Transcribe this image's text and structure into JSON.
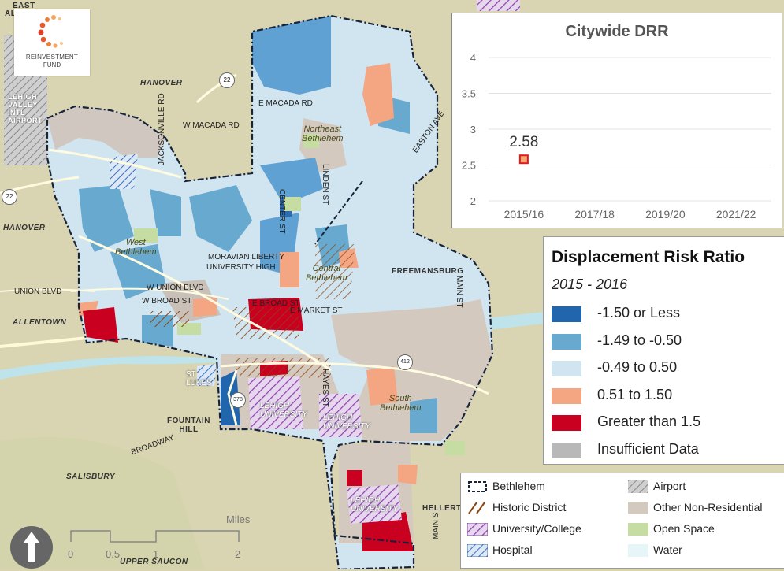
{
  "logo": {
    "line1": "REINVESTMENT",
    "line2": "FUND"
  },
  "map_labels": {
    "east": "EAST",
    "east2": "AL",
    "hanover_top": "HANOVER",
    "hanover_left": "HANOVER",
    "lehigh_valley_airport": "LEHIGH\nVALLEY\nINTL\nAIRPORT",
    "jacksonville_rd": "JACKSONVILLE RD",
    "w_macada_rd": "W MACADA RD",
    "e_macada_rd": "E MACADA RD",
    "northeast_bethlehem": "Northeast\nBethlehem",
    "linden_st": "LINDEN ST",
    "eastonave": "EASTON AVE",
    "center_st": "CENTER ST",
    "west_bethlehem": "West\nBethlehem",
    "moravian": "MORAVIAN LIBERTY",
    "university_high": "UNIVERSITY HIGH",
    "central_bethlehem": "Central\nBethlehem",
    "freemansburg": "FREEMANSBURG",
    "main_st_top": "MAIN ST",
    "union_blvd": "UNION BLVD",
    "w_union_blvd": "W UNION BLVD",
    "w_broad_st": "W BROAD ST",
    "e_broad_st": "E BROAD ST",
    "e_market_st": "E MARKET ST",
    "allentown": "ALLENTOWN",
    "st_lukes": "ST\nLUKES",
    "hayes_st": "HAYES ST",
    "south_bethlehem": "South\nBethlehem",
    "lehigh_university1": "LEHIGH\nUNIVERSITY",
    "lehigh_university2": "LEHIGH\nUNIVERSITY",
    "lehigh_university3": "LEHIGH\nUNIVERSITY",
    "fountain_hill": "FOUNTAIN\nHILL",
    "broadway": "BROADWAY",
    "salisbury": "SALISBURY",
    "upper_saucon": "UPPER SAUCON",
    "main_st_bottom": "MAIN ST",
    "hellertown": "HELLERTO",
    "shield_22a": "22",
    "shield_22b": "22",
    "shield_412": "412",
    "shield_378": "378"
  },
  "chart_data": {
    "type": "scatter",
    "title": "Citywide DRR",
    "categories": [
      "2015/16",
      "2017/18",
      "2019/20",
      "2021/22"
    ],
    "series": [
      {
        "values": [
          2.58,
          null,
          null,
          null
        ]
      }
    ],
    "data_labels": [
      "2.58"
    ],
    "ylim": [
      2,
      4
    ],
    "yticks": [
      2,
      2.5,
      3,
      3.5,
      4
    ],
    "grid": true,
    "marker_color": "#f7a66f",
    "marker_edge": "#e31a1c"
  },
  "legend": {
    "title": "Displacement Risk Ratio",
    "subtitle": "2015 - 2016",
    "items": [
      {
        "label": "-1.50 or Less",
        "color": "#2166ac"
      },
      {
        "label": "-1.49 to -0.50",
        "color": "#67a9cf"
      },
      {
        "label": "-0.49 to 0.50",
        "color": "#d1e5f0"
      },
      {
        "label": "0.51 to 1.50",
        "color": "#f4a582"
      },
      {
        "label": "Greater than 1.5",
        "color": "#ca0020"
      },
      {
        "label": "Insufficient Data",
        "color": "#b8b8b8"
      }
    ]
  },
  "legend2": {
    "items": [
      {
        "label": "Bethlehem",
        "icon": "boundary"
      },
      {
        "label": "Airport",
        "icon": "airport-hatch"
      },
      {
        "label": "Historic District",
        "icon": "historic-hatch"
      },
      {
        "label": "Other Non-Residential",
        "icon": "nonres",
        "color": "#d3c9bf"
      },
      {
        "label": "University/College",
        "icon": "university-hatch"
      },
      {
        "label": "Open Space",
        "icon": "openspace",
        "color": "#c5dda2"
      },
      {
        "label": "Hospital",
        "icon": "hospital-hatch"
      },
      {
        "label": "Water",
        "icon": "water",
        "color": "#e6f5f7"
      }
    ]
  },
  "scale": {
    "zero": "0",
    "half": "0.5",
    "one": "1",
    "two": "2",
    "unit": "Miles"
  },
  "north": {
    "icon": "north-arrow-icon"
  }
}
